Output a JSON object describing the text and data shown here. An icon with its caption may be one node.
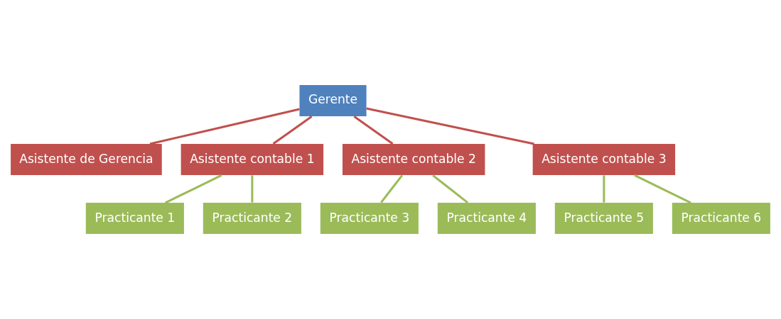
{
  "diagram": {
    "nodes": [
      {
        "text": [
          "Gerente"
        ]
      },
      {
        "text": [
          "Asistente de Gerencia"
        ]
      },
      {
        "text": [
          "Asistente contable 1"
        ]
      },
      {
        "text": [
          "Asistente contable 2"
        ]
      },
      {
        "text": [
          "Asistente contable 3"
        ]
      },
      {
        "text": [
          "Practicante 1"
        ]
      },
      {
        "text": [
          "Practicante 2"
        ]
      },
      {
        "text": [
          "Practicante 3"
        ]
      },
      {
        "text": [
          "Practicante 4"
        ]
      },
      {
        "text": [
          "Practicante 5"
        ]
      },
      {
        "text": [
          "Practicante 6"
        ]
      }
    ],
    "edges": [
      {
        "from": 0,
        "to": 1,
        "arrow": "none",
        "color": "#c0504d"
      },
      {
        "from": 0,
        "to": 2,
        "arrow": "none",
        "color": "#c0504d"
      },
      {
        "from": 0,
        "to": 3,
        "arrow": "none",
        "color": "#c0504d"
      },
      {
        "from": 0,
        "to": 4,
        "arrow": "none",
        "color": "#c0504d"
      },
      {
        "from": 2,
        "to": 5,
        "arrow": "none"
      },
      {
        "from": 2,
        "to": 6,
        "arrow": "none"
      },
      {
        "from": 3,
        "to": 7,
        "arrow": "none"
      },
      {
        "from": 3,
        "to": 8,
        "arrow": "none"
      },
      {
        "from": 4,
        "to": 9,
        "arrow": "none"
      },
      {
        "from": 4,
        "to": 10,
        "arrow": "none"
      }
    ]
  }
}
